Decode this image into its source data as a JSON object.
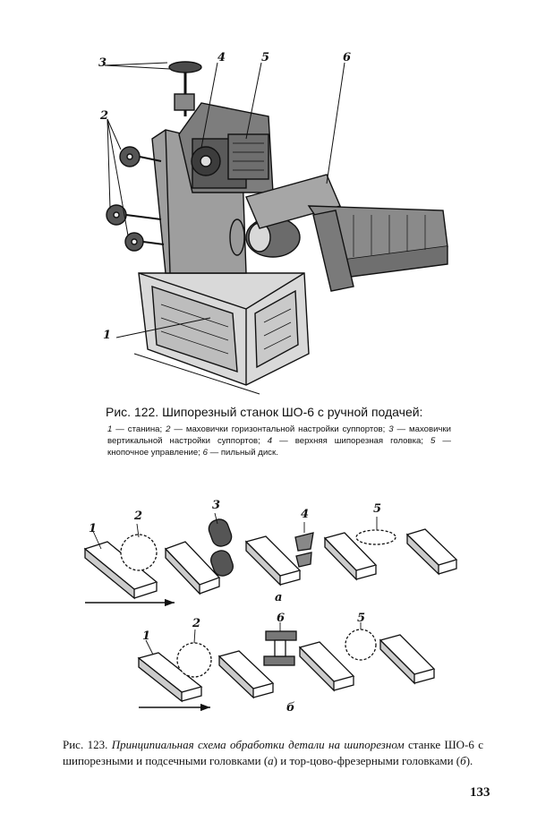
{
  "fig122": {
    "callouts": [
      "1",
      "2",
      "3",
      "4",
      "5",
      "6"
    ],
    "caption": "Рис. 122. Шипорезный станок ШО-6 с ручной подачей:",
    "legend": [
      {
        "num": "1",
        "text": " — станина; "
      },
      {
        "num": "2",
        "text": " — маховички горизонтальной настройки суппортов; "
      },
      {
        "num": "3",
        "text": " — маховички вертикальной настройки суппортов; "
      },
      {
        "num": "4",
        "text": " — верхняя шипорезная головка; "
      },
      {
        "num": "5",
        "text": " — кнопочное управление; "
      },
      {
        "num": "6",
        "text": " — пильный диск."
      }
    ]
  },
  "fig123": {
    "row_a": {
      "labels": [
        "1",
        "2",
        "3",
        "4",
        "5"
      ],
      "letter": "а"
    },
    "row_b": {
      "labels": [
        "1",
        "2",
        "6",
        "5"
      ],
      "letter": "б"
    },
    "caption_plain1": "Рис. 123. ",
    "caption_italic1": "Принципиальная схема обработки детали на шипорезном",
    "caption_plain2": " станке ШО-6 с шипорезными и подсечными головками (",
    "caption_italic2": "а",
    "caption_plain3": ") и тор-цово-фрезерными головками (",
    "caption_italic3": "б",
    "caption_plain4": ")."
  },
  "page_number": "133"
}
